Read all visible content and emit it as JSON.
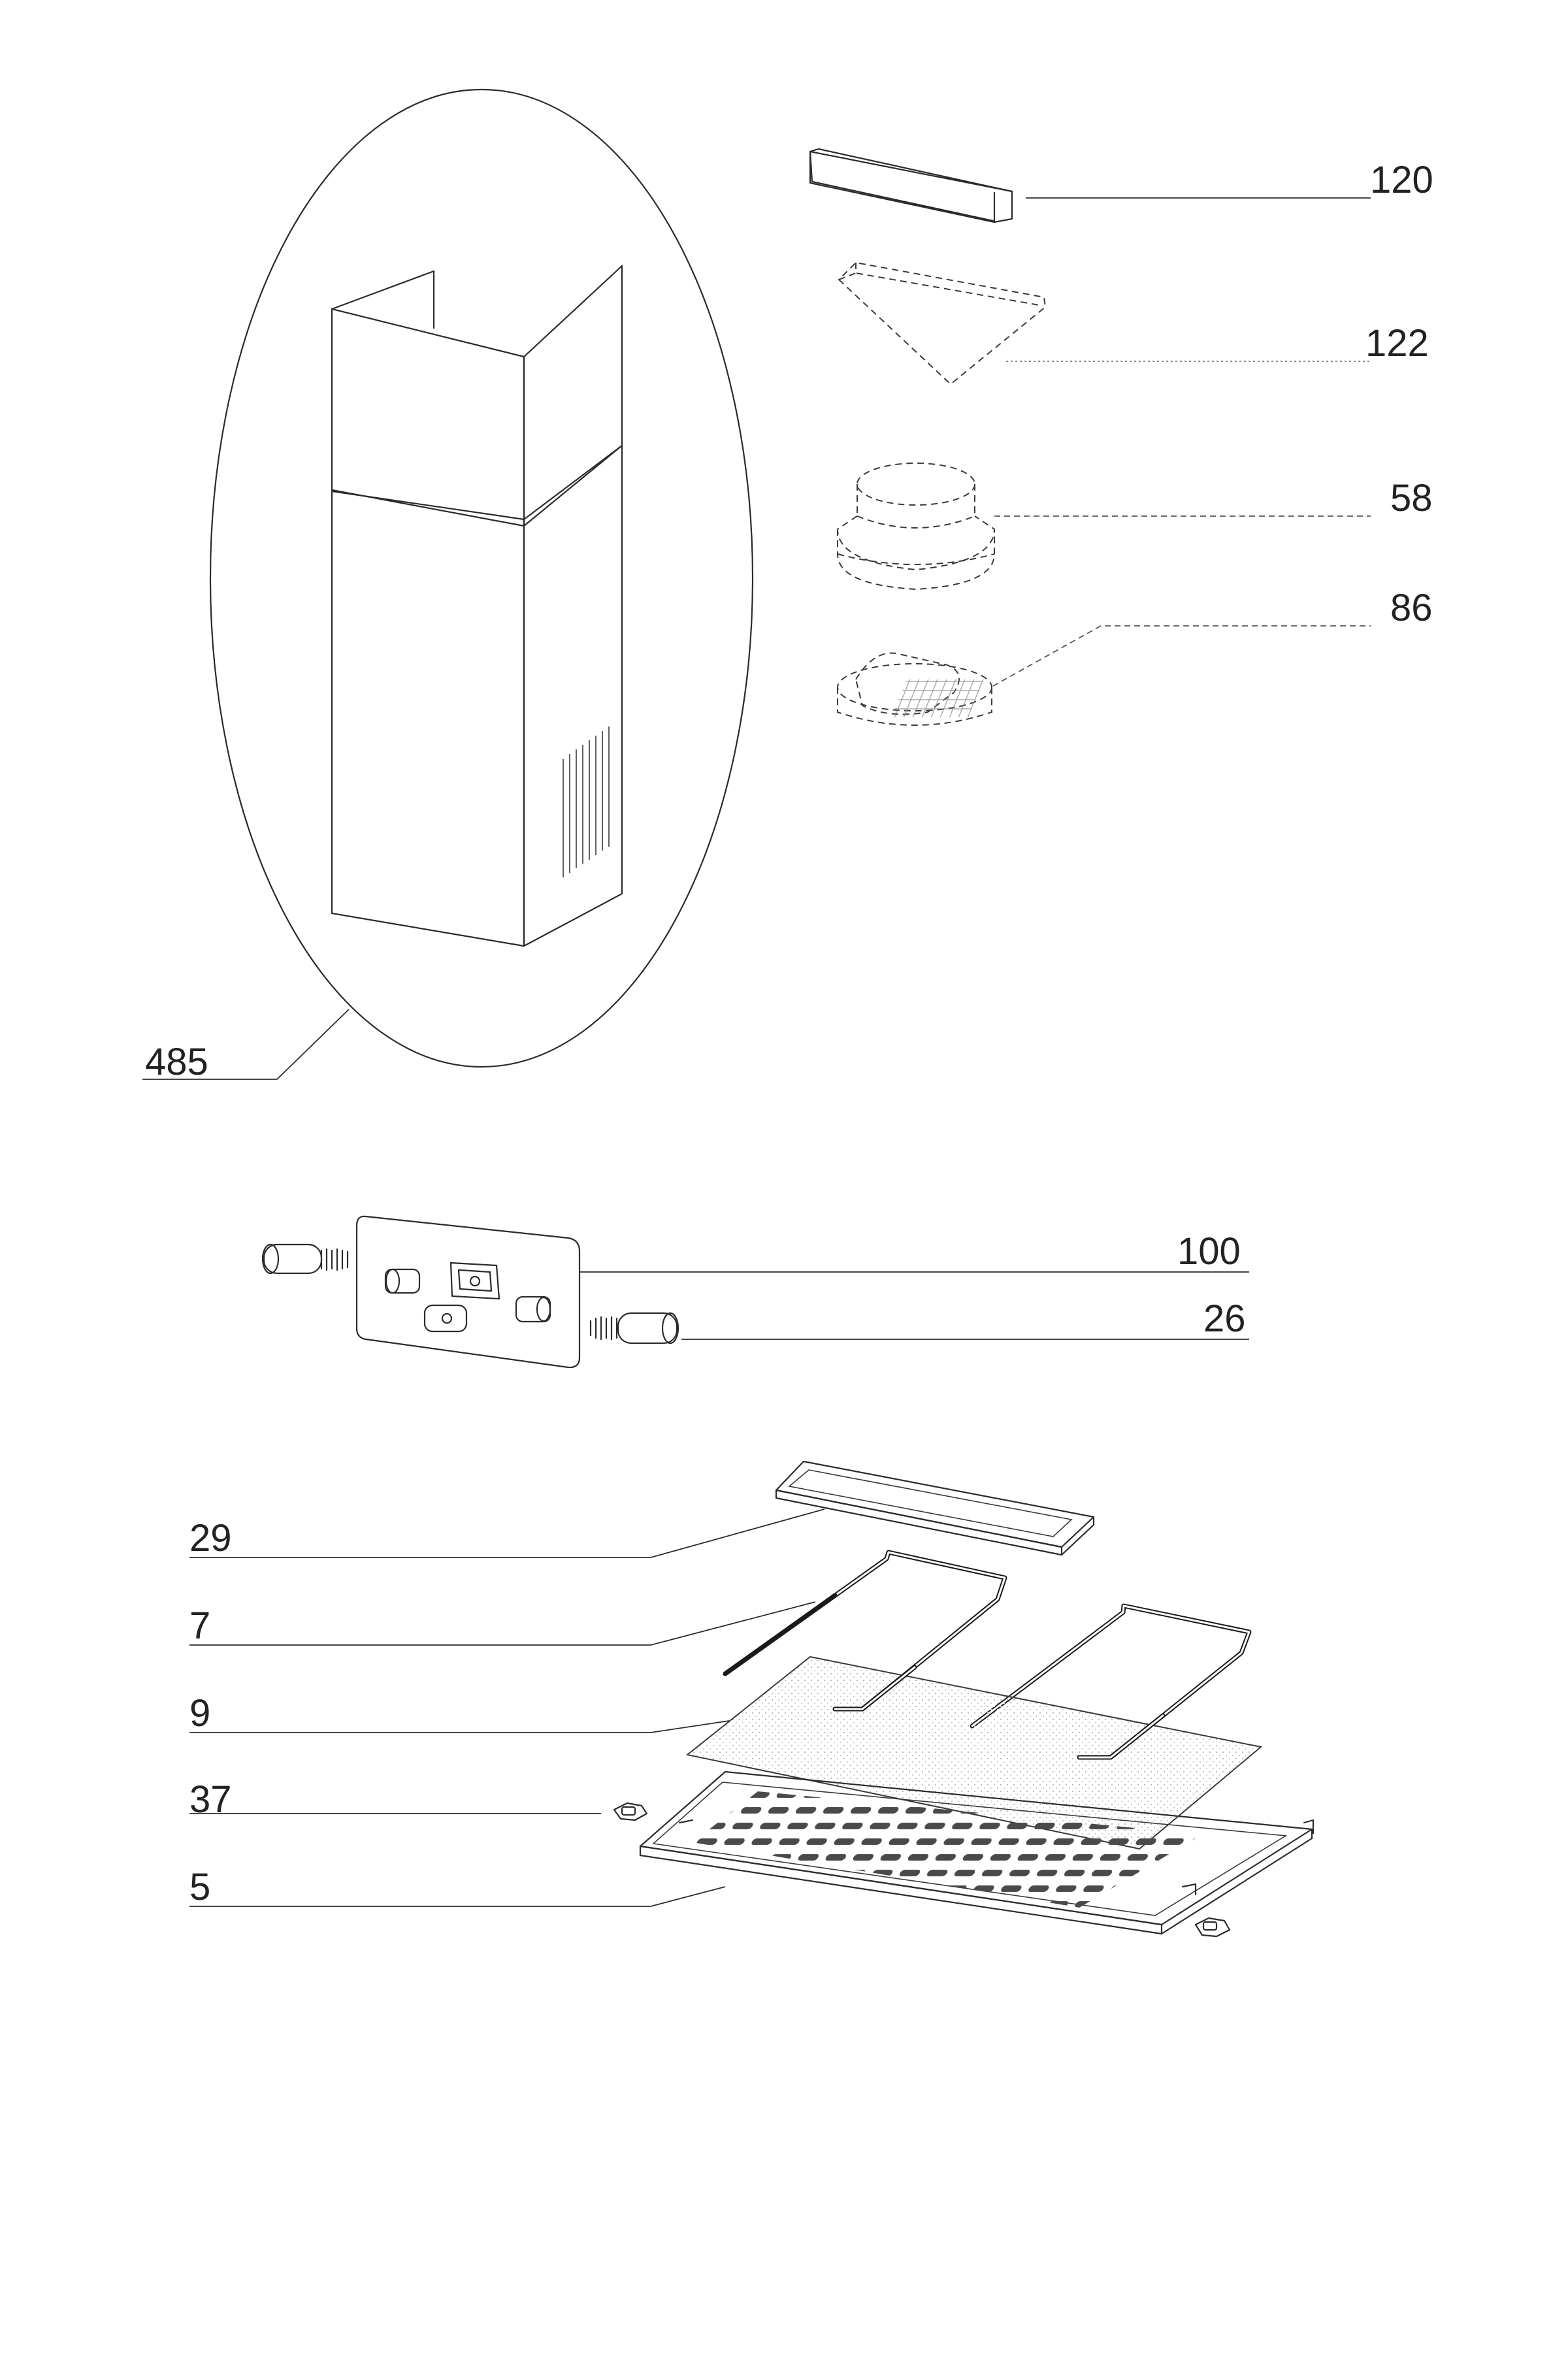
{
  "labels": {
    "duct_cover": "485",
    "bracket": "120",
    "deflector": "122",
    "flange": "58",
    "carbon_filter": "86",
    "control_panel": "100",
    "lamp": "26",
    "glass_panel": "29",
    "wire_clip": "7",
    "filter_mesh": "9",
    "latch": "37",
    "grease_filter": "5"
  },
  "colors": {
    "line": "#2b2b2b",
    "background": "#ffffff"
  }
}
